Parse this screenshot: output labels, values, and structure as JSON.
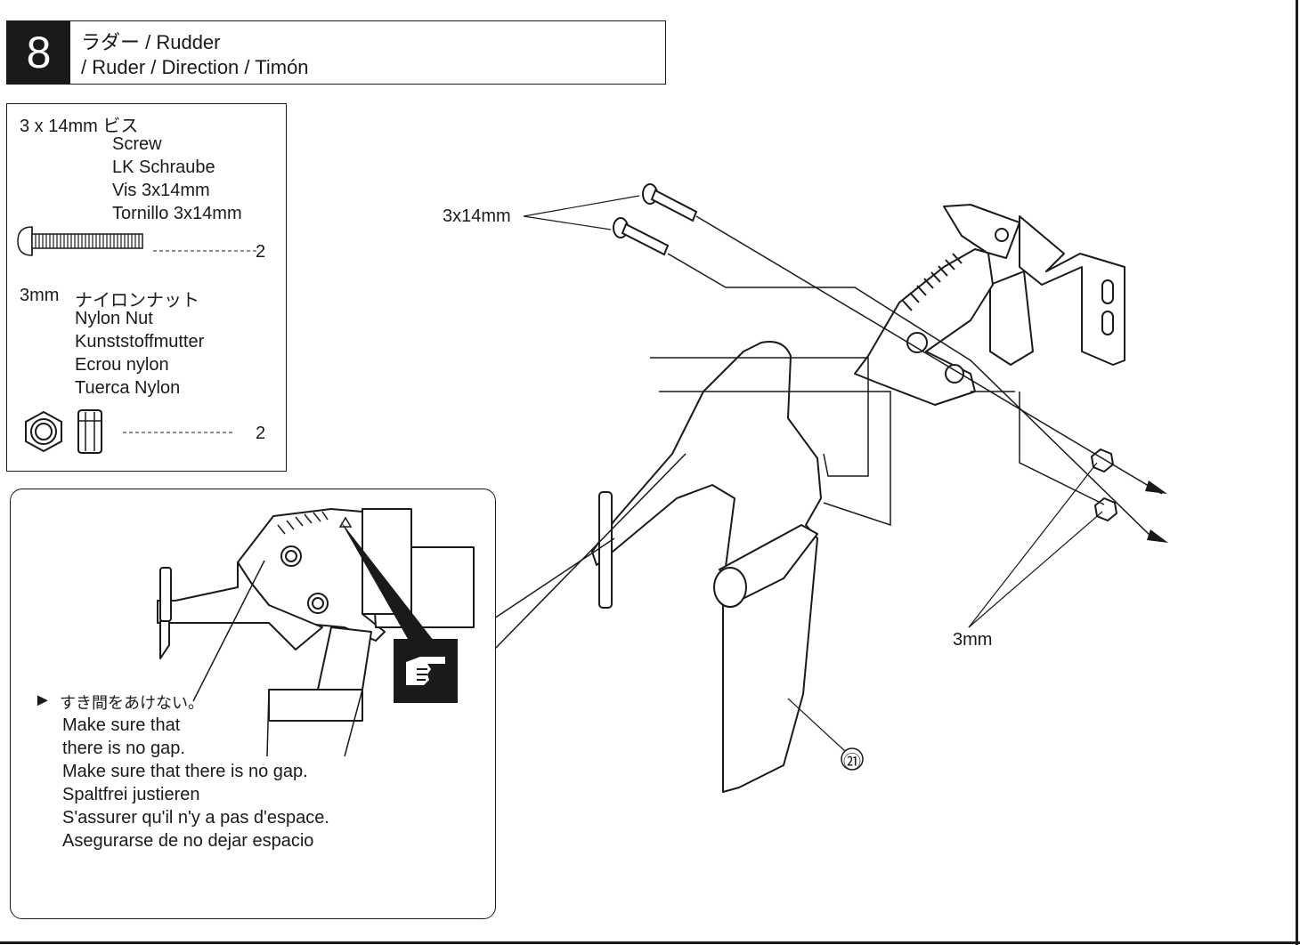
{
  "step": {
    "number": "8",
    "title_line1": "ラダー / Rudder",
    "title_line2": "/ Ruder  / Direction  / Timón"
  },
  "parts": {
    "screw": {
      "size": "3 x 14mm ビス",
      "names": [
        "Screw",
        "LK Schraube",
        "Vis 3x14mm",
        "Tornillo 3x14mm"
      ],
      "quantity": "2"
    },
    "nut": {
      "size": "3mm",
      "name_jp": "ナイロンナット",
      "names": [
        "Nylon Nut",
        "Kunststoffmutter",
        "Ecrou nylon",
        "Tuerca Nylon"
      ],
      "quantity": "2"
    }
  },
  "note": {
    "marker": "►",
    "lines": [
      "すき間をあけない。",
      "Make sure that",
      "there is no gap.",
      "Make sure that there is no gap.",
      "Spaltfrei justieren",
      "S'assurer qu'il n'y a pas d'espace.",
      "Asegurarse de no dejar espacio"
    ]
  },
  "callouts": {
    "screw_label": "3x14mm",
    "nut_label": "3mm",
    "part_number": "㉑"
  },
  "icons": {
    "pointing_hand": "pointing-hand-icon"
  }
}
